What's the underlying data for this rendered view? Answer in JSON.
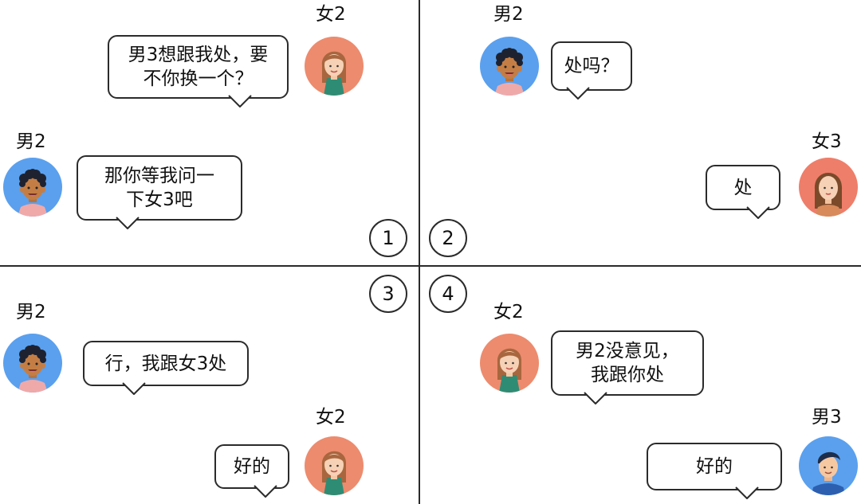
{
  "panels": [
    {
      "number": "1",
      "lines": [
        {
          "speaker": "女2",
          "text": "男3想跟我处，要\n不你换一个？",
          "avatar": "girl-avatar-icon"
        },
        {
          "speaker": "男2",
          "text": "那你等我问一\n下女3吧",
          "avatar": "curly-boy-avatar-icon"
        }
      ]
    },
    {
      "number": "2",
      "lines": [
        {
          "speaker": "男2",
          "text": "处吗？",
          "avatar": "curly-boy-avatar-icon"
        },
        {
          "speaker": "女3",
          "text": "处",
          "avatar": "woman-avatar-icon"
        }
      ]
    },
    {
      "number": "3",
      "lines": [
        {
          "speaker": "男2",
          "text": "行，我跟女3处",
          "avatar": "curly-boy-avatar-icon"
        },
        {
          "speaker": "女2",
          "text": "好的",
          "avatar": "girl-avatar-icon"
        }
      ]
    },
    {
      "number": "4",
      "lines": [
        {
          "speaker": "女2",
          "text": "男2没意见，\n我跟你处",
          "avatar": "girl-avatar-icon"
        },
        {
          "speaker": "男3",
          "text": "好的",
          "avatar": "boy-avatar-icon"
        }
      ]
    }
  ],
  "colors": {
    "girl_bg": "#ED8B6E",
    "curly_boy_bg": "#5AA0EE",
    "woman_bg": "#EE7E6A",
    "boy_bg": "#5AA0EE",
    "line": "#2A2A2A"
  }
}
